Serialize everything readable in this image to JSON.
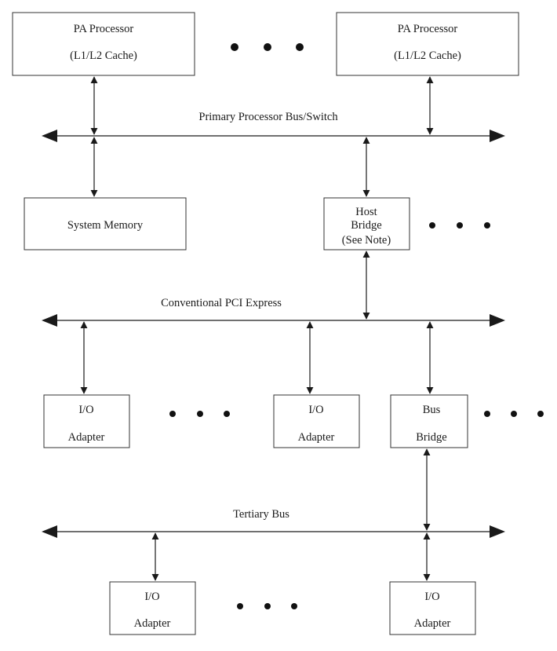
{
  "colors": {
    "line": "#1a1a1a",
    "box_border": "#333333",
    "background": "#ffffff"
  },
  "boxes": {
    "pa1": {
      "line1": "PA Processor",
      "line2": "(L1/L2 Cache)"
    },
    "pa2": {
      "line1": "PA Processor",
      "line2": "(L1/L2 Cache)"
    },
    "memory": {
      "line1": "System Memory"
    },
    "host_bridge": {
      "line1": "Host",
      "line2": "Bridge",
      "line3": "(See Note)"
    },
    "io1": {
      "line1": "I/O",
      "line2": "Adapter"
    },
    "io2": {
      "line1": "I/O",
      "line2": "Adapter"
    },
    "bus_bridge": {
      "line1": "Bus",
      "line2": "Bridge"
    },
    "io3": {
      "line1": "I/O",
      "line2": "Adapter"
    },
    "io4": {
      "line1": "I/O",
      "line2": "Adapter"
    }
  },
  "buses": {
    "primary": "Primary Processor Bus/Switch",
    "pci": "Conventional PCI Express",
    "tertiary": "Tertiary Bus"
  }
}
